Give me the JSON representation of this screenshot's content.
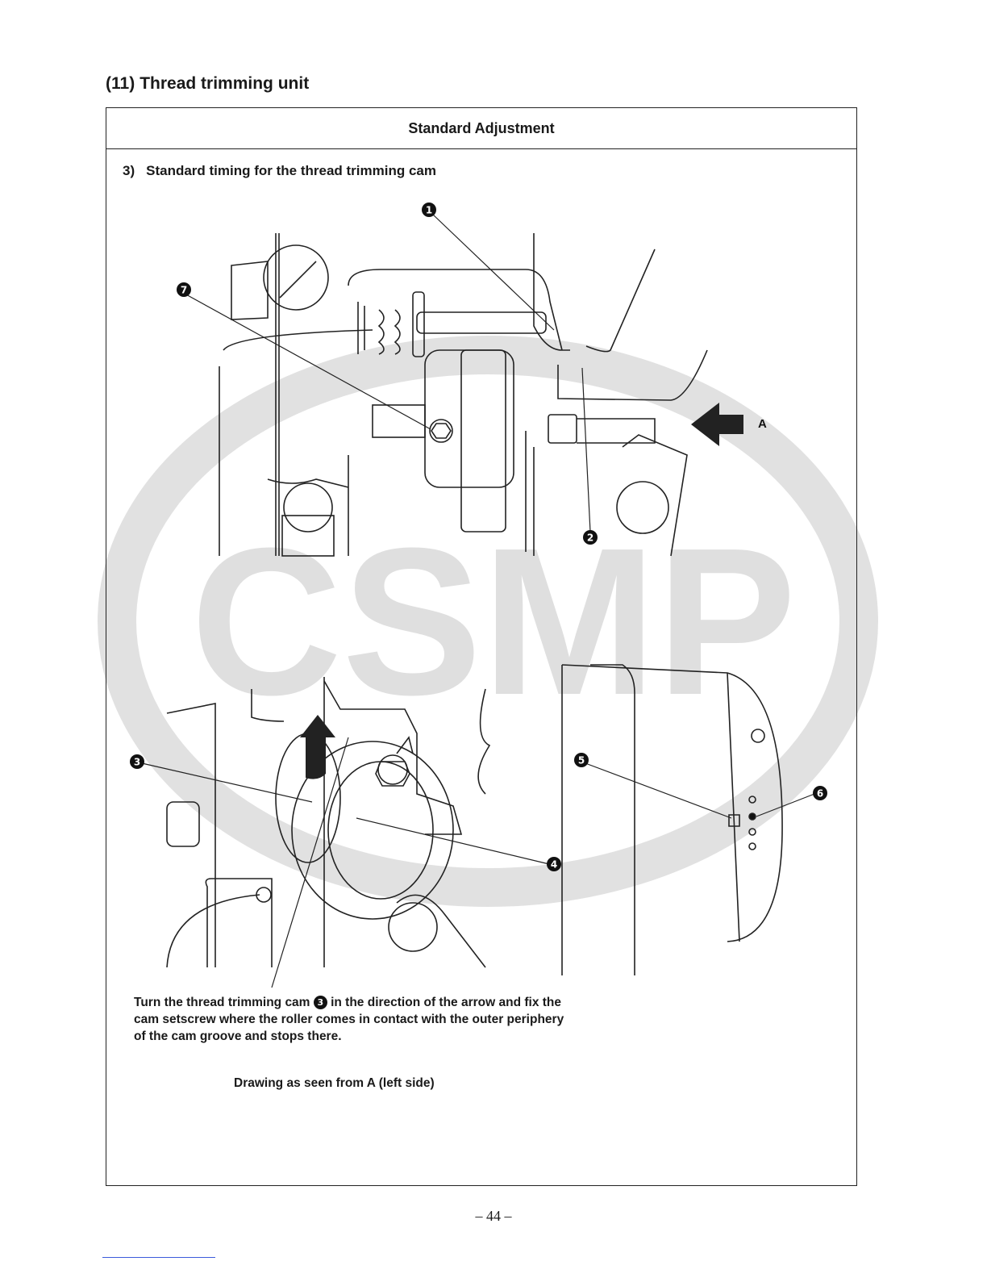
{
  "section": {
    "number": "(11)",
    "title": "Thread trimming unit"
  },
  "frame": {
    "header": "Standard Adjustment"
  },
  "step": {
    "number": "3)",
    "title": "Standard timing for the thread trimming cam"
  },
  "figure_top": {
    "callouts": {
      "c1": "1",
      "c2": "2",
      "c7": "7"
    },
    "arrow_label": "A"
  },
  "figure_bottom": {
    "callouts": {
      "c3": "3",
      "c4": "4",
      "c5": "5",
      "c6": "6"
    }
  },
  "note": {
    "part1": "Turn the thread trimming cam ",
    "badge": "3",
    "part2": " in the direction of the arrow and fix the cam setscrew where the roller comes in contact with the outer periphery of the cam groove and stops there."
  },
  "caption": "Drawing as seen from A (left side)",
  "page_number": "– 44 –",
  "watermark": {
    "text": "CSMP",
    "color": "#d9d9d9"
  }
}
